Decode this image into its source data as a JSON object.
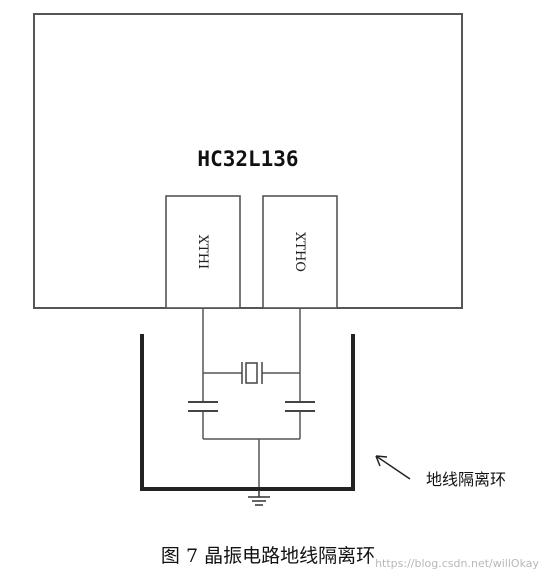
{
  "chip": {
    "title": "HC32L136"
  },
  "pins": [
    {
      "label": "XTHI"
    },
    {
      "label": "XTHO"
    }
  ],
  "ring": {
    "label": "地线隔离环"
  },
  "caption": "图 7 晶振电路地线隔离环",
  "watermark": "https://blog.csdn.net/willOkay",
  "colors": {
    "stroke": "#333333",
    "fill": "#ffffff",
    "ring": "#222222",
    "watermark": "#b8b8b8"
  }
}
